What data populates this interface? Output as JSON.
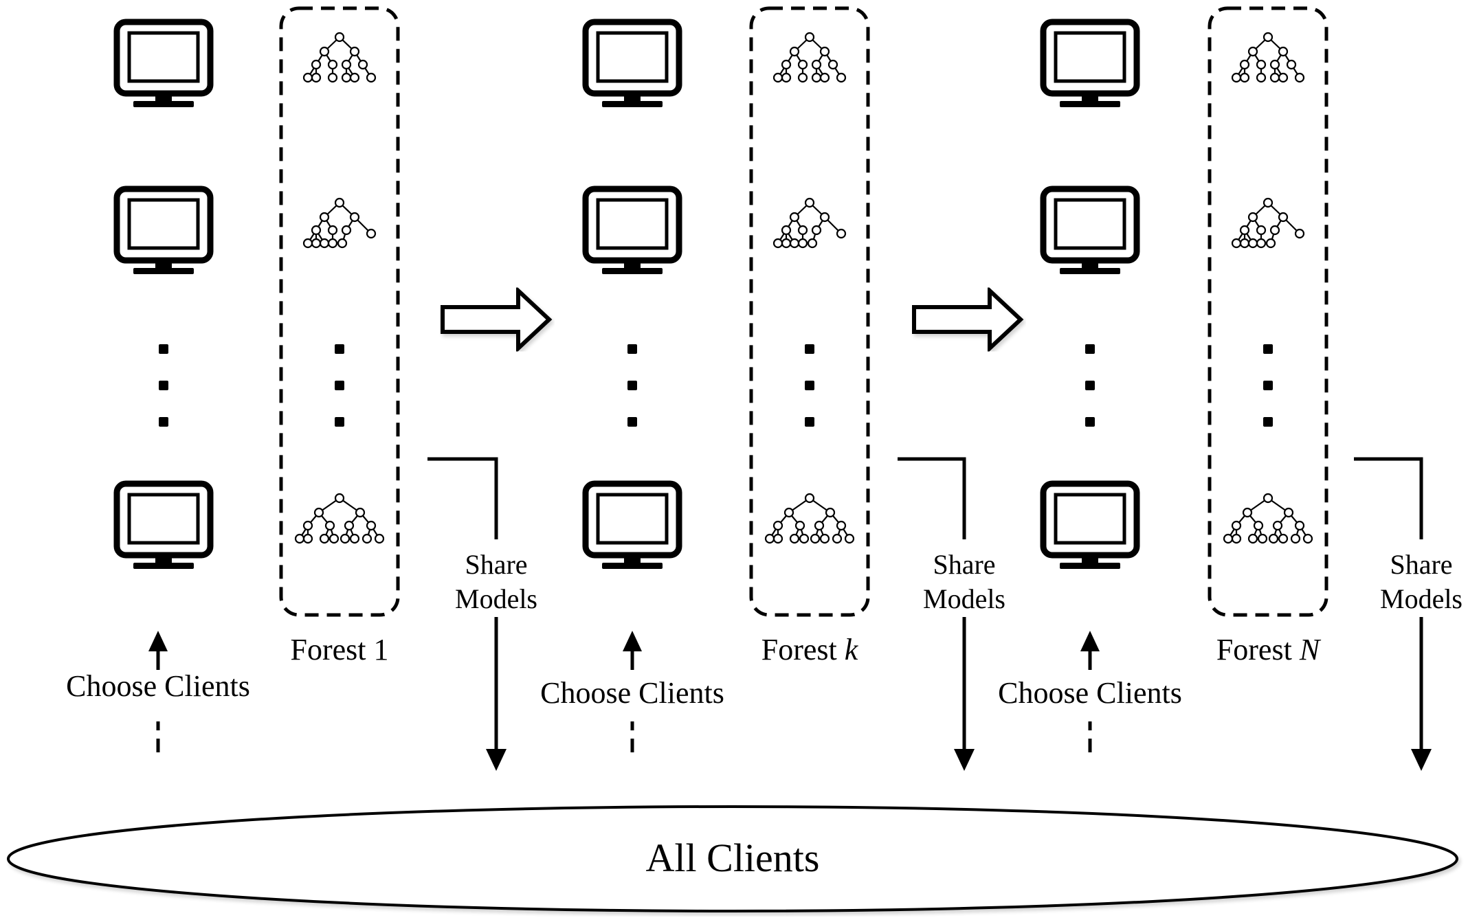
{
  "labels": {
    "forests": [
      {
        "prefix": "Forest ",
        "var": "",
        "suffix": "1"
      },
      {
        "prefix": "Forest ",
        "var": "k",
        "suffix": ""
      },
      {
        "prefix": "Forest ",
        "var": "N",
        "suffix": ""
      }
    ],
    "choose_clients": "Choose Clients",
    "share_line1": "Share",
    "share_line2": "Models",
    "all_clients": "All Clients"
  },
  "icons": {
    "client": "monitor-icon",
    "model": "decision-tree-icon",
    "flow": "hollow-right-arrow-icon",
    "continuation": "vertical-ellipsis-icon"
  },
  "colors": {
    "stroke": "#000000",
    "background": "#ffffff"
  }
}
